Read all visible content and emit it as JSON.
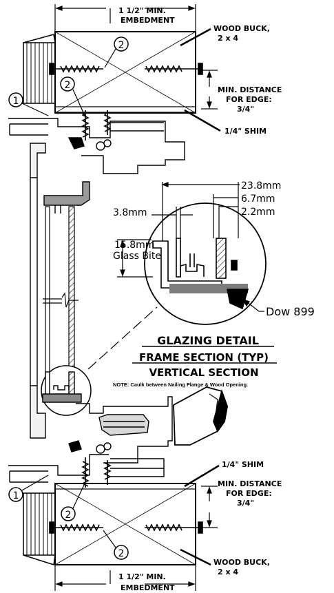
{
  "labels": {
    "embedment_top_1": "1 1/2\" MIN.",
    "embedment_top_2": "EMBEDMENT",
    "wood_buck_top_1": "WOOD BUCK,",
    "wood_buck_top_2": "2 x 4",
    "min_dist_top_1": "MIN. DISTANCE",
    "min_dist_top_2": "FOR EDGE:",
    "min_dist_top_3": "3/4\"",
    "shim_top": "1/4\" SHIM",
    "shim_bottom": "1/4\" SHIM",
    "min_dist_bot_1": "MIN. DISTANCE",
    "min_dist_bot_2": "FOR EDGE:",
    "min_dist_bot_3": "3/4\"",
    "wood_buck_bot_1": "WOOD BUCK,",
    "wood_buck_bot_2": "2 x 4",
    "embedment_bot_1": "1 1/2\" MIN.",
    "embedment_bot_2": "EMBEDMENT"
  },
  "callouts": {
    "one": "1",
    "two": "2"
  },
  "glazing": {
    "dim_23_8": "23.8mm",
    "dim_6_7": "6.7mm",
    "dim_2_2": "2.2mm",
    "dim_3_8": "3.8mm",
    "bite_value": "15.8mm",
    "bite_label": "Glass Bite",
    "sealant": "Dow 899"
  },
  "titles": {
    "glazing_detail": "GLAZING DETAIL",
    "frame_section": "FRAME SECTION (TYP)",
    "vertical_section": "VERTICAL SECTION",
    "note": "NOTE: Caulk between Nailing Flange & Wood Opening."
  }
}
